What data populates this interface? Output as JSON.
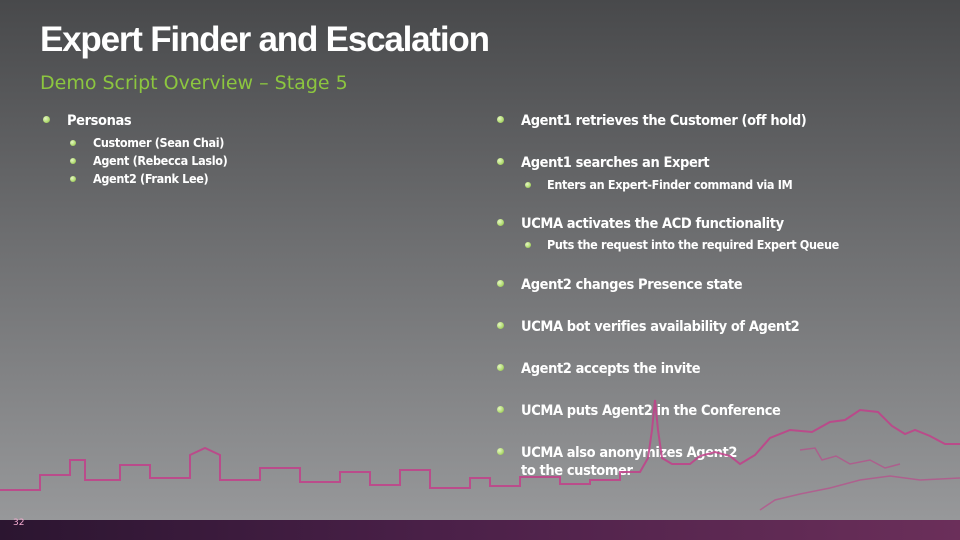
{
  "slide": {
    "title": "Expert Finder and Escalation",
    "subtitle": "Demo Script Overview – Stage 5",
    "page_number": "32"
  },
  "left_column": {
    "heading": "Personas",
    "items": [
      "Customer (Sean Chai)",
      "Agent (Rebecca Laslo)",
      "Agent2 (Frank Lee)"
    ]
  },
  "right_column": {
    "items": [
      {
        "text": "Agent1 retrieves the Customer (off hold)",
        "sub": []
      },
      {
        "text": "Agent1 searches an Expert",
        "sub": [
          "Enters an Expert-Finder command via IM"
        ]
      },
      {
        "text": "UCMA activates the ACD functionality",
        "sub": [
          "Puts the request into the required Expert Queue"
        ]
      },
      {
        "text": "Agent2 changes Presence state",
        "sub": []
      },
      {
        "text": "UCMA bot verifies availability of Agent2",
        "sub": []
      },
      {
        "text": "Agent2 accepts the invite",
        "sub": []
      },
      {
        "text": "UCMA puts Agent2 in the Conference",
        "sub": []
      },
      {
        "text": "UCMA also anonymizes Agent2",
        "text_line2": "to the customer",
        "sub": []
      }
    ]
  },
  "colors": {
    "title": "#ffffff",
    "subtitle": "#8cc63f",
    "bullet": "#b4dd76",
    "skyline": "#c2408a",
    "footer": "#4a2048"
  }
}
